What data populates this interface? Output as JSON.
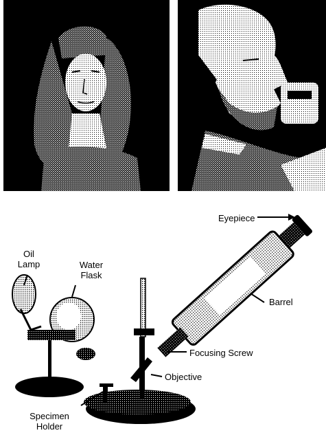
{
  "colors": {
    "ink": "#000000",
    "paper": "#ffffff",
    "halftone_light": "#d9d9d9",
    "halftone_mid": "#8c8c8c"
  },
  "portraits": [
    {
      "name": "portrait-wigged-man"
    },
    {
      "name": "portrait-man-at-microscope"
    }
  ],
  "diagram": {
    "labels": {
      "eyepiece": "Eyepiece",
      "oil_lamp_line1": "Oil",
      "oil_lamp_line2": "Lamp",
      "water_flask_line1": "Water",
      "water_flask_line2": "Flask",
      "barrel": "Barrel",
      "focusing_screw": "Focusing Screw",
      "objective": "Objective",
      "specimen_holder_line1": "Specimen",
      "specimen_holder_line2": "Holder"
    }
  }
}
